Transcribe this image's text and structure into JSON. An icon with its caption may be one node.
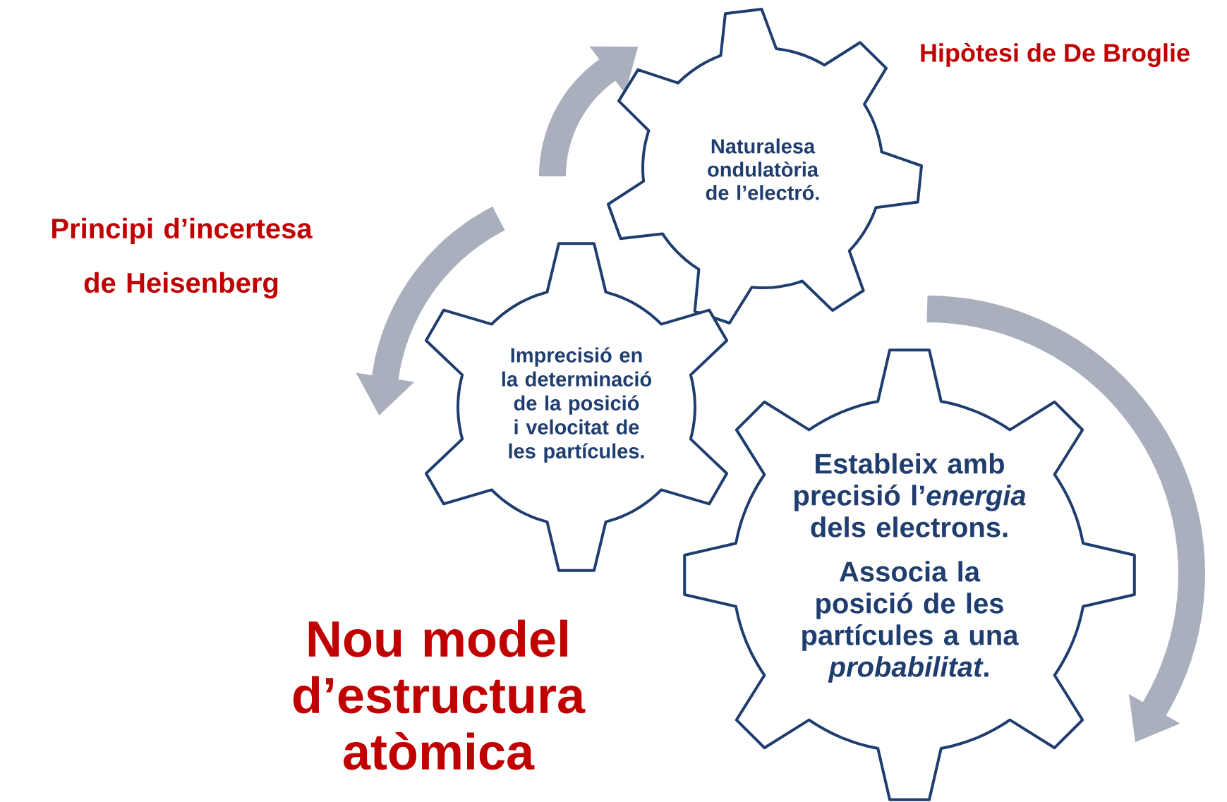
{
  "diagram": {
    "title": "Nou model d’estructura atòmica",
    "nodes": [
      {
        "text": [
          "Naturalesa ondulatòria de l’electró."
        ]
      },
      {
        "text": [
          "Imprecisió en la determinació de la posició i velocitat de les partícules."
        ]
      },
      {
        "text": [
          "Estableix amb precisió l’*energia* dels electrons.",
          "Associa la posició de les partícules a una *probabilitat*."
        ]
      }
    ],
    "labels": [
      "Hipòtesi de De Broglie",
      "Principi d’incertesa de Heisenberg"
    ]
  }
}
